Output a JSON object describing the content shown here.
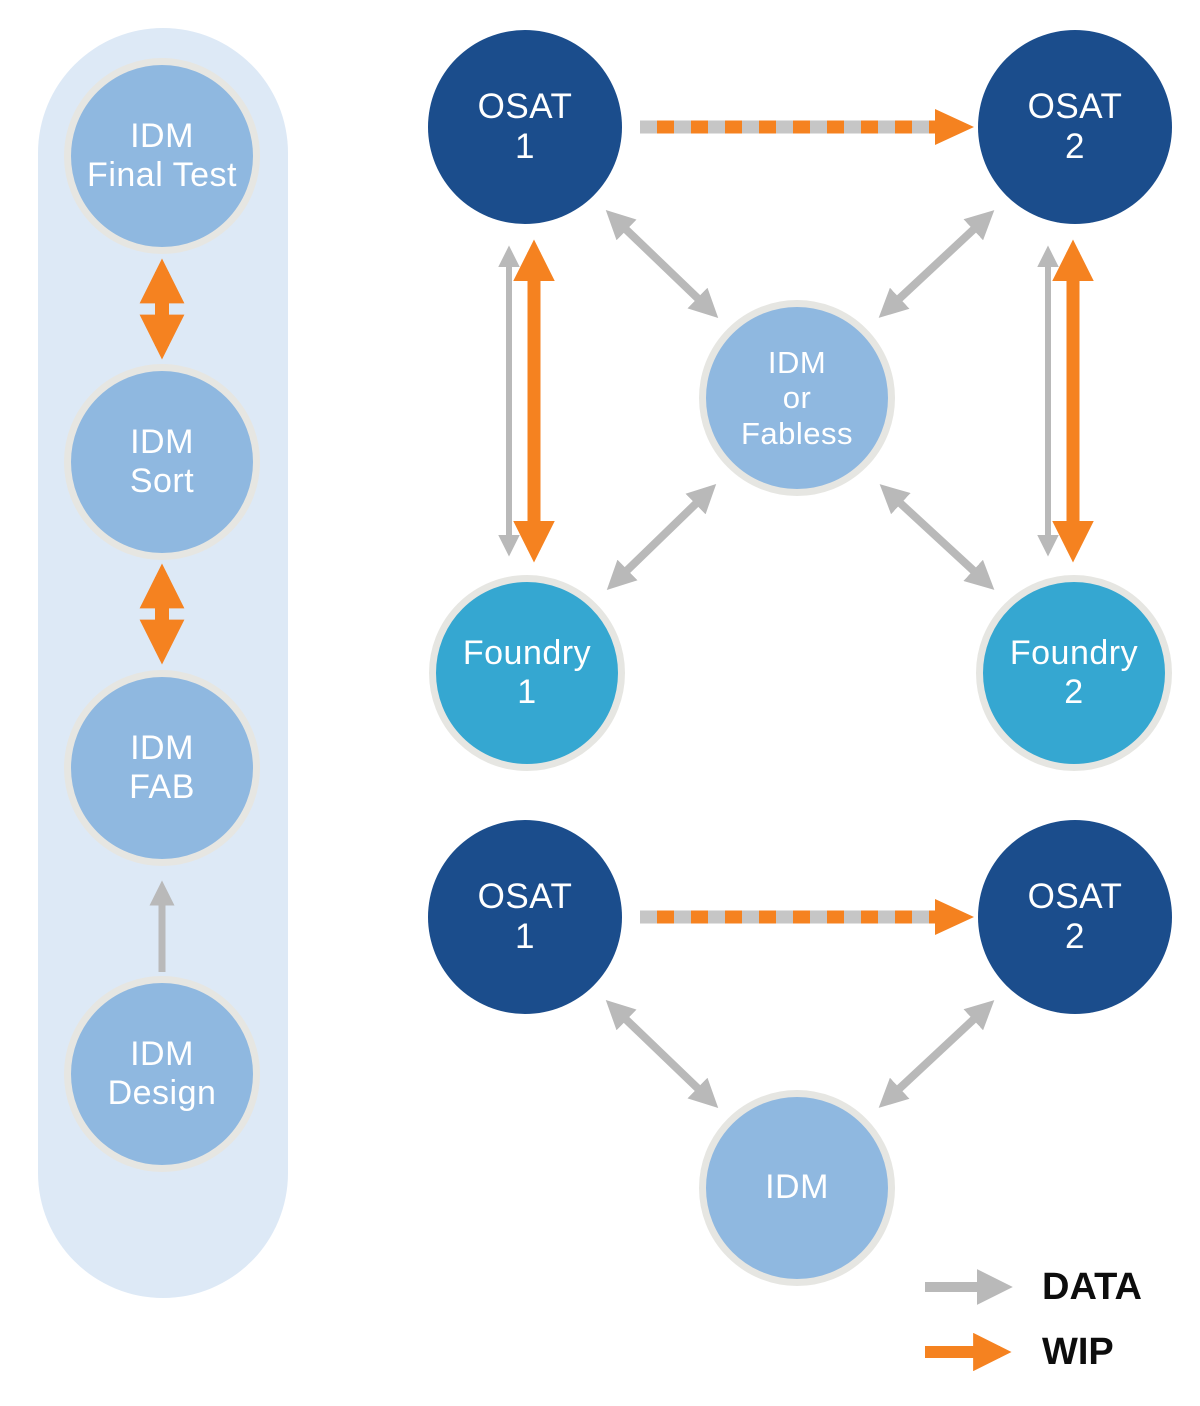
{
  "colors": {
    "dark_blue": "#1b4d8c",
    "light_blue": "#8fb8e0",
    "cyan": "#35a7d1",
    "orange": "#f58220",
    "gray": "#b9b9b9",
    "capsule_background": "#dde9f6",
    "circle_ring": "#e6e6e2"
  },
  "idm_column": {
    "nodes": [
      {
        "id": "idm-final-test",
        "lines": [
          "IDM",
          "Final Test"
        ],
        "color": "light_blue"
      },
      {
        "id": "idm-sort",
        "lines": [
          "IDM",
          "Sort"
        ],
        "color": "light_blue"
      },
      {
        "id": "idm-fab",
        "lines": [
          "IDM",
          "FAB"
        ],
        "color": "light_blue"
      },
      {
        "id": "idm-design",
        "lines": [
          "IDM",
          "Design"
        ],
        "color": "light_blue"
      }
    ],
    "connections": [
      {
        "from": "idm-final-test",
        "to": "idm-sort",
        "type": "wip",
        "bidirectional": true
      },
      {
        "from": "idm-sort",
        "to": "idm-fab",
        "type": "wip",
        "bidirectional": true
      },
      {
        "from": "idm-design",
        "to": "idm-fab",
        "type": "data",
        "bidirectional": false
      }
    ]
  },
  "top_network": {
    "nodes": [
      {
        "id": "osat-1",
        "lines": [
          "OSAT",
          "1"
        ],
        "color": "dark_blue"
      },
      {
        "id": "osat-2",
        "lines": [
          "OSAT",
          "2"
        ],
        "color": "dark_blue"
      },
      {
        "id": "idm-or-fabless",
        "lines": [
          "IDM",
          "or",
          "Fabless"
        ],
        "color": "light_blue"
      },
      {
        "id": "foundry-1",
        "lines": [
          "Foundry",
          "1"
        ],
        "color": "cyan"
      },
      {
        "id": "foundry-2",
        "lines": [
          "Foundry",
          "2"
        ],
        "color": "cyan"
      }
    ],
    "connections": [
      {
        "from": "osat-1",
        "to": "osat-2",
        "type": "wip",
        "style": "dashed",
        "bidirectional": false
      },
      {
        "from": "osat-1",
        "to": "foundry-1",
        "type": "wip",
        "bidirectional": true
      },
      {
        "from": "osat-1",
        "to": "foundry-1",
        "type": "data",
        "bidirectional": true
      },
      {
        "from": "osat-2",
        "to": "foundry-2",
        "type": "wip",
        "bidirectional": true
      },
      {
        "from": "osat-2",
        "to": "foundry-2",
        "type": "data",
        "bidirectional": true
      },
      {
        "from": "osat-1",
        "to": "idm-or-fabless",
        "type": "data",
        "bidirectional": true
      },
      {
        "from": "osat-2",
        "to": "idm-or-fabless",
        "type": "data",
        "bidirectional": true
      },
      {
        "from": "foundry-1",
        "to": "idm-or-fabless",
        "type": "data",
        "bidirectional": true
      },
      {
        "from": "foundry-2",
        "to": "idm-or-fabless",
        "type": "data",
        "bidirectional": true
      }
    ]
  },
  "bottom_network": {
    "nodes": [
      {
        "id": "osat-1",
        "lines": [
          "OSAT",
          "1"
        ],
        "color": "dark_blue"
      },
      {
        "id": "osat-2",
        "lines": [
          "OSAT",
          "2"
        ],
        "color": "dark_blue"
      },
      {
        "id": "idm",
        "lines": [
          "IDM"
        ],
        "color": "light_blue"
      }
    ],
    "connections": [
      {
        "from": "osat-1",
        "to": "osat-2",
        "type": "wip",
        "style": "dashed",
        "bidirectional": false
      },
      {
        "from": "osat-1",
        "to": "idm",
        "type": "data",
        "bidirectional": true
      },
      {
        "from": "osat-2",
        "to": "idm",
        "type": "data",
        "bidirectional": true
      }
    ]
  },
  "legend": {
    "items": [
      {
        "label": "DATA",
        "type": "data",
        "color": "#b9b9b9"
      },
      {
        "label": "WIP",
        "type": "wip",
        "color": "#f58220"
      }
    ]
  }
}
